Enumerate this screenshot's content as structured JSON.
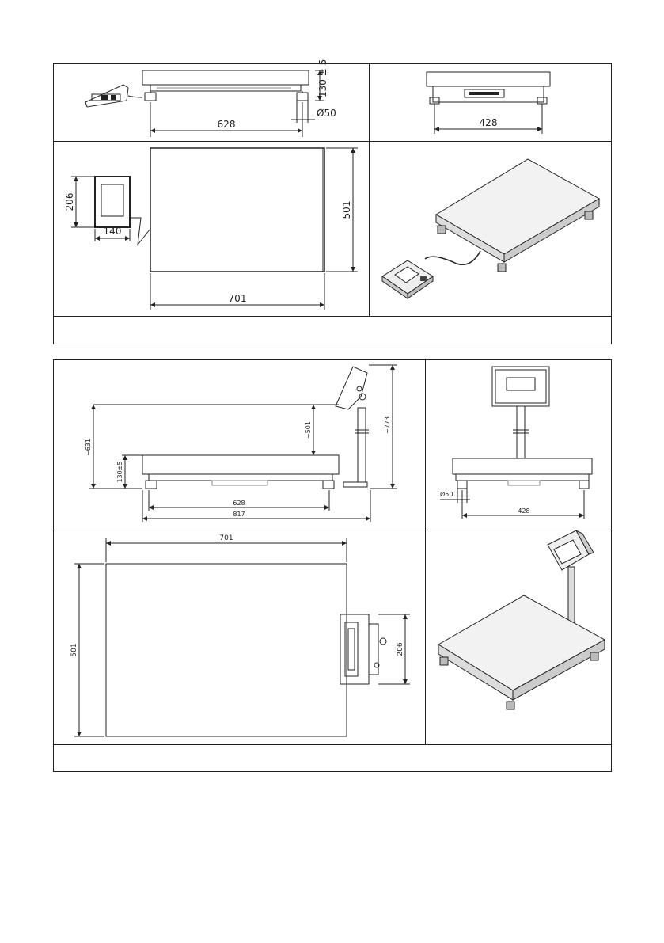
{
  "figure1": {
    "caption": "",
    "side_view": {
      "dim_length": "628",
      "dim_height": "130 ± 5",
      "dim_foot": "Ø50"
    },
    "front_view": {
      "dim_width": "428"
    },
    "top_view": {
      "dim_width": "701",
      "dim_depth": "501",
      "dim_indicator_w": "140",
      "dim_indicator_h": "206"
    }
  },
  "figure2": {
    "caption": "",
    "side_view": {
      "dim_total_height": "~631",
      "dim_above_platform": "~501",
      "dim_column": "~773",
      "dim_platform_h": "130±5",
      "dim_length": "628",
      "dim_overall": "817"
    },
    "front_view": {
      "dim_foot": "Ø50",
      "dim_width": "428"
    },
    "top_view": {
      "dim_width": "701",
      "dim_depth": "501",
      "dim_indicator_h": "206"
    }
  }
}
